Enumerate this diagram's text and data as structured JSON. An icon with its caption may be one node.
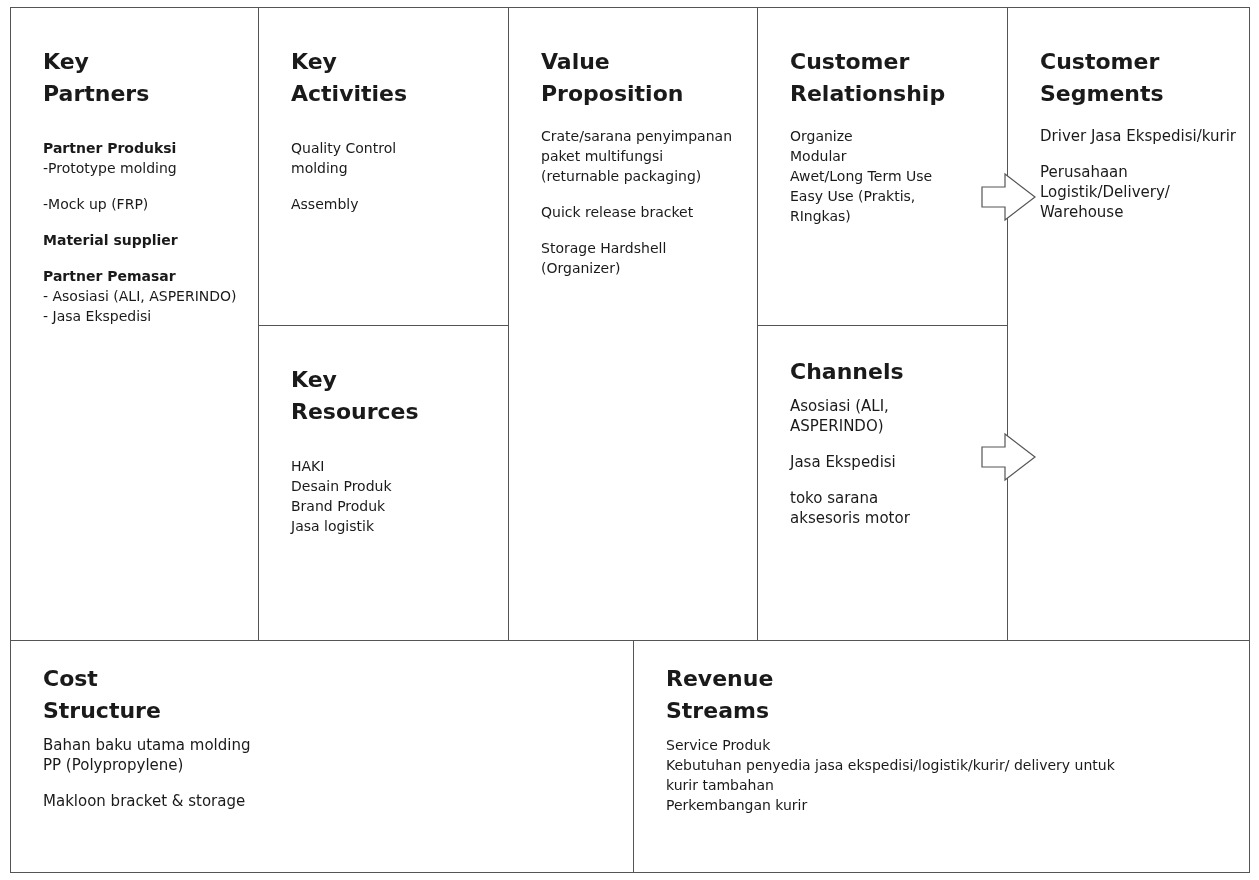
{
  "diagram": {
    "nodes": [
      {
        "text": [
          "Key Partners",
          "Partner Produksi",
          "-Prototype molding",
          "-Mock up (FRP)",
          "Material supplier",
          "Partner Pemasar",
          "- Asosiasi (ALI, ASPERINDO)",
          "- Jasa Ekspedisi"
        ]
      },
      {
        "text": [
          "Key Activities",
          "Quality Control molding",
          "Assembly"
        ]
      },
      {
        "text": [
          "Key Resources",
          "HAKI",
          "Desain Produk",
          "Brand Produk",
          "Jasa logistik"
        ]
      },
      {
        "text": [
          "Value Proposition",
          "Crate/sarana penyimpanan paket multifungsi (returnable packaging)",
          "Quick release bracket",
          "Storage Hardshell (Organizer)"
        ]
      },
      {
        "text": [
          "Customer Relationship",
          "Organize",
          "Modular",
          "Awet/Long Term Use",
          "Easy Use (Praktis, RIngkas)"
        ]
      },
      {
        "text": [
          "Channels",
          "Asosiasi (ALI, ASPERINDO)",
          "Jasa Ekspedisi",
          "toko sarana aksesoris motor"
        ]
      },
      {
        "text": [
          "Customer Segments",
          "Driver Jasa Ekspedisi/kurir",
          "Perusahaan Logistik/Delivery/ Warehouse"
        ]
      },
      {
        "text": [
          "Cost Structure",
          "Bahan baku utama molding",
          "PP (Polypropylene)",
          "Makloon bracket & storage"
        ]
      },
      {
        "text": [
          "Revenue Streams",
          "Service Produk",
          "Kebutuhan penyedia jasa ekspedisi/logistik/kurir/ delivery untuk kurir tambahan",
          "Perkembangan kurir"
        ]
      }
    ],
    "edges": [
      {
        "from": 4,
        "to": 6,
        "arrow": "to"
      },
      {
        "from": 5,
        "to": 6,
        "arrow": "to"
      }
    ]
  }
}
